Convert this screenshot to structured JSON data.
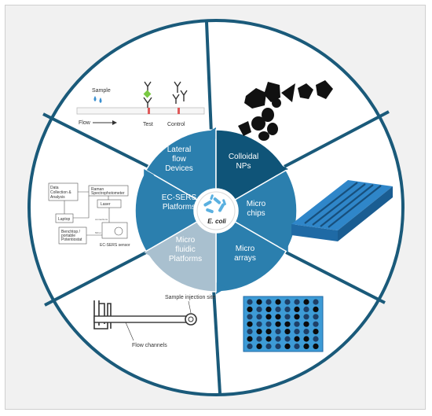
{
  "center": {
    "label": "E. coli"
  },
  "colors": {
    "rim": "#1a5a7a",
    "segment_dark": "#0f5478",
    "segment_mid": "#2b7fae",
    "segment_light": "#a9c0cf",
    "chip": "#2f86c9",
    "array_bg": "#3d9bd6"
  },
  "segments": [
    {
      "label_lines": [
        "Lateral",
        "flow",
        "Devices"
      ]
    },
    {
      "label_lines": [
        "Colloidal",
        "NPs"
      ]
    },
    {
      "label_lines": [
        "Micro",
        "chips"
      ]
    },
    {
      "label_lines": [
        "Micro",
        "arrays"
      ]
    },
    {
      "label_lines": [
        "Micro",
        "fluidic",
        "Platforms"
      ]
    },
    {
      "label_lines": [
        "EC-SERS",
        "Platforms"
      ]
    }
  ],
  "lateral_flow": {
    "sample": "Sample",
    "flow": "Flow",
    "test": "Test",
    "control": "Control"
  },
  "ecsers": {
    "data": [
      "Data",
      "Collection &",
      "Analysis"
    ],
    "raman": [
      "Raman",
      "Spectrophotometer"
    ],
    "laser": "Laser",
    "laptop": "Laptop",
    "potentiostat": [
      "Benchtop /",
      "portable",
      "Potentiostat"
    ],
    "sensor": "EC-SERS sensor",
    "tiny": [
      "connections",
      "Mirror"
    ]
  },
  "microfluidic": {
    "injection": "Sample injection site",
    "channels": "Flow channels"
  },
  "microarray": {
    "grid": [
      [
        0,
        1,
        0,
        1,
        0,
        0,
        1,
        0
      ],
      [
        1,
        0,
        1,
        0,
        0,
        1,
        0,
        1
      ],
      [
        0,
        0,
        1,
        1,
        0,
        1,
        0,
        0
      ],
      [
        1,
        0,
        0,
        1,
        1,
        0,
        1,
        0
      ],
      [
        0,
        1,
        1,
        0,
        1,
        0,
        0,
        1
      ],
      [
        1,
        0,
        1,
        0,
        0,
        1,
        1,
        0
      ],
      [
        0,
        1,
        0,
        0,
        1,
        0,
        1,
        1
      ]
    ]
  }
}
